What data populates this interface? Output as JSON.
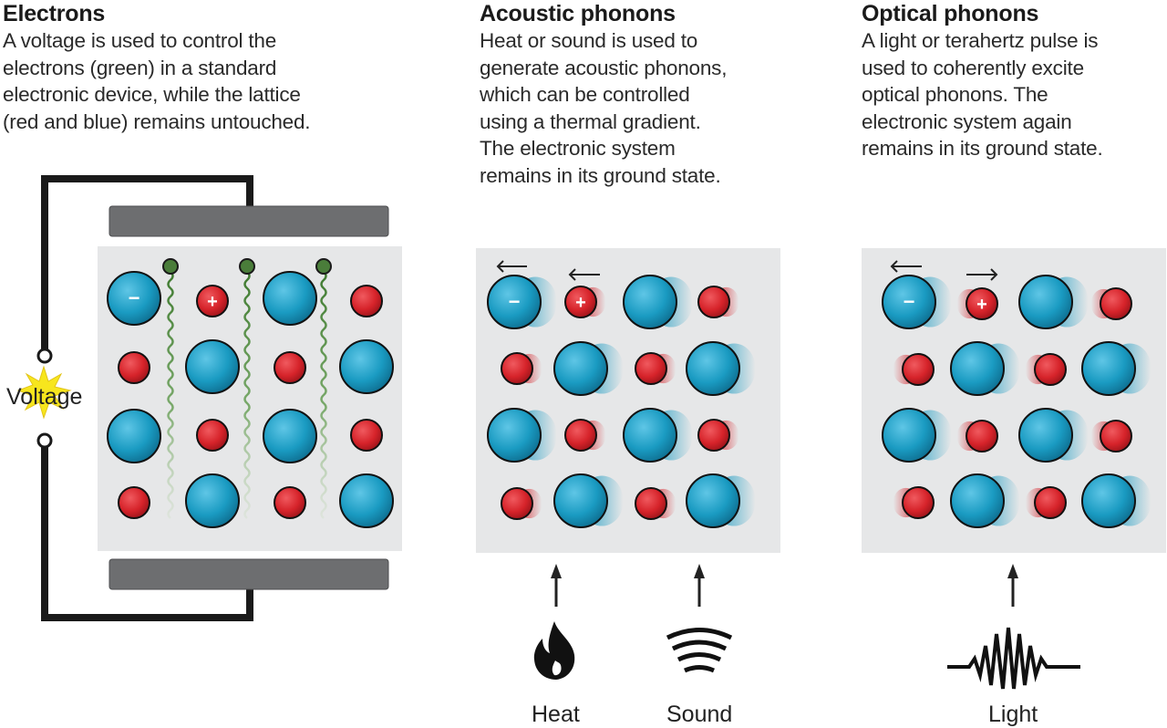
{
  "panels": [
    {
      "title": "Electrons",
      "description": [
        "A voltage is used to control the",
        "electrons (green) in a standard",
        "electronic device, while the lattice",
        "(red and blue) remains untouched."
      ]
    },
    {
      "title": "Acoustic phonons",
      "description": [
        "Heat or sound is used to",
        "generate acoustic phonons,",
        "which can be controlled",
        "using a thermal gradient.",
        "The electronic system",
        "remains in its ground state."
      ]
    },
    {
      "title": "Optical phonons",
      "description": [
        "A light or terahertz pulse is",
        "used to coherently excite",
        "optical phonons. The",
        "electronic system again",
        "remains in its ground state."
      ]
    }
  ],
  "labels": {
    "voltage": "Voltage",
    "heat": "Heat",
    "sound": "Sound",
    "light": "Light",
    "minus": "−",
    "plus": "+"
  },
  "colors": {
    "panel_bg": "#e6e7e8",
    "blue_ion": "#1a9bc2",
    "red_ion": "#d6232a",
    "electron": "#4a7d3a",
    "plate": "#6d6e70",
    "spark": "#f7e61d"
  },
  "icons": [
    "flame-icon",
    "sound-waves-icon",
    "light-pulse-icon"
  ]
}
